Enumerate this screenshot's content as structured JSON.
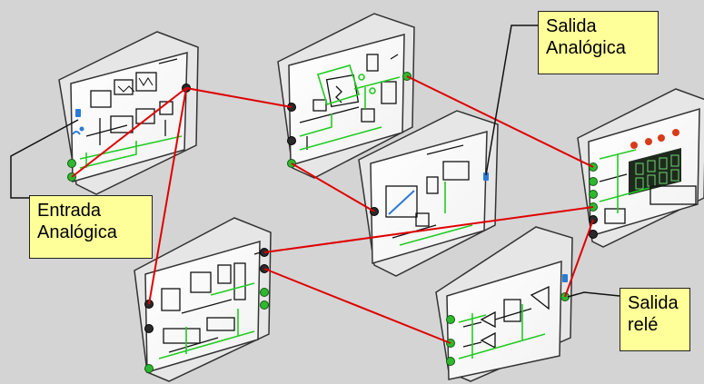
{
  "diagram": {
    "background": "#d4d4d4",
    "wire_color": "#e00000",
    "pointer_color": "#111111",
    "module_face": "#ffffff",
    "module_body": "#e6e6e6",
    "module_edge": "#333333",
    "circuit_green": "#22cc22",
    "circuit_black": "#111111",
    "connector_green": "#2fb82f",
    "connector_black": "#2a2a2a",
    "connector_blue": "#2a7bd6",
    "display_dark": "#1e2a1e",
    "led_red": "#d83a1a"
  },
  "callouts": {
    "analog_input": {
      "line1": "Entrada",
      "line2": "Analógica"
    },
    "analog_output": {
      "line1": "Salida",
      "line2": "Analógica"
    },
    "relay_output": {
      "line1": "Salida",
      "line2": "relé"
    }
  }
}
